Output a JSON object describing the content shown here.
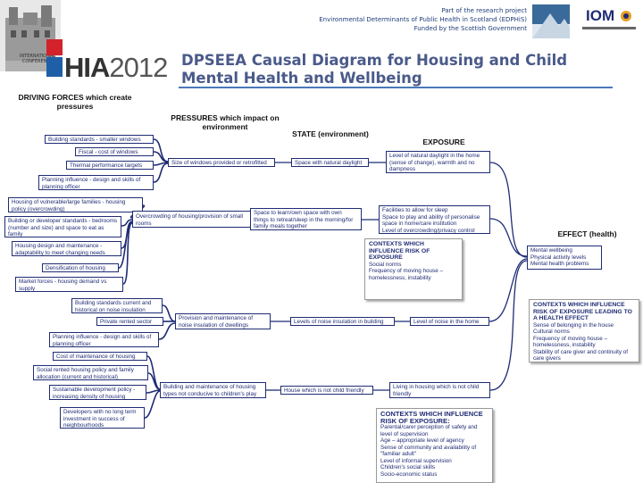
{
  "header": {
    "project_line1": "Part of the research project",
    "project_line2": "Environmental Determinants of Public Health in Scotland (EDPHiS)",
    "project_line3": "Funded by the Scottish Government",
    "iom_logo": "IOM",
    "hia_logo": "HIA",
    "hia_year": "2012",
    "conference_label": "INTERNATIONAL CONFERENCE",
    "title_line1": "DPSEEA Causal Diagram for Housing and Child",
    "title_line2": "Mental Health and Wellbeing"
  },
  "headings": {
    "driving_forces": "DRIVING FORCES which create pressures",
    "pressures": "PRESSURES which impact on environment",
    "state": "STATE (environment)",
    "exposure": "EXPOSURE",
    "effect": "EFFECT (health)"
  },
  "driving_forces": [
    "Building standards - smaller windows",
    "Fiscal - cost of windows",
    "Thermal performance targets",
    "Planning influence - design and skills of planning officer",
    "Housing of vulnerable/large families - housing policy (overcrowding)",
    "Building or developer standards - bedrooms (number and size) and space to eat as family",
    "Housing design and maintenance - adaptability to meet changing needs",
    "Densification of housing",
    "Market forces - housing demand vs supply",
    "Building standards current and historical on noise insulation",
    "Private rented sector",
    "Planning influence - design and skills of planning officer",
    "Cost of maintenance of housing",
    "Social rented housing policy and family allocation (current and historical)",
    "Sustainable development policy - increasing density of housing",
    "Developers with no long term investment in success of neighbourhoods"
  ],
  "pressures": [
    "Size of windows provided or retrofitted",
    "Overcrowding of housing/provision of small rooms",
    "Provision and maintenance of noise insulation of dwellings",
    "Building and maintenance of housing types not conducive to children's play"
  ],
  "states": [
    "Space with natural daylight",
    "Space to learn/own space with own things to retreat/sleep in the morning/for family meals together",
    "Levels of noise insulation in building",
    "House which is not child friendly"
  ],
  "exposures": [
    "Level of natural daylight in the home (sense of change), warmth and no dampness",
    "Facilities to allow for sleep\nSpace to play and ability of personalise space in home/care institution\nLevel of overcrowding/privacy control",
    "Level of noise in the home",
    "Living in housing which is not child friendly"
  ],
  "effect": "Mental wellbeing\nPhysical activity levels\nMental health problems",
  "contexts": {
    "risk_title": "CONTEXTS WHICH INFLUENCE RISK OF EXPOSURE",
    "risk_items": "Social norms\nFrequency of moving house – homelessness, instability",
    "effect_title": "CONTEXTS WHICH INFLUENCE RISK OF EXPOSURE LEADING TO A HEALTH EFFECT",
    "effect_items": "Sense of belonging in the house\nCultural norms\nFrequency of moving house – homelessness, instability\nStability of care giver and continuity of care givers",
    "risk2_title": "CONTEXTS WHICH INFLUENCE RISK OF EXPOSURE:",
    "risk2_items": "Parental/carer perception of safety and level of supervision\nAge – appropriate level of agency\nSense of community and availability of \"familiar adult\"\nLevel of informal supervision\nChildren's social skills\nSocio-economic status"
  },
  "colors": {
    "link": "#1f2c74",
    "title": "#4a5a8a",
    "accent_red": "#d2232a",
    "accent_blue": "#1f5fa8"
  }
}
